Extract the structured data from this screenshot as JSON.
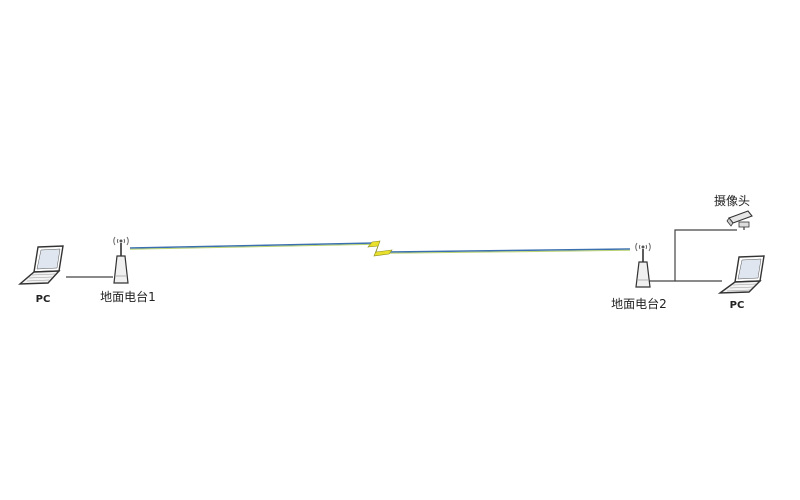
{
  "diagram": {
    "left_station": {
      "pc_label": "PC",
      "radio_label": "地面电台1"
    },
    "right_station": {
      "pc_label": "PC",
      "radio_label": "地面电台2",
      "camera_label": "摄像头"
    },
    "link": {
      "line_colors": [
        "#3a6fb0",
        "#a8c850"
      ],
      "bolt_color": "#e8e02a"
    }
  }
}
